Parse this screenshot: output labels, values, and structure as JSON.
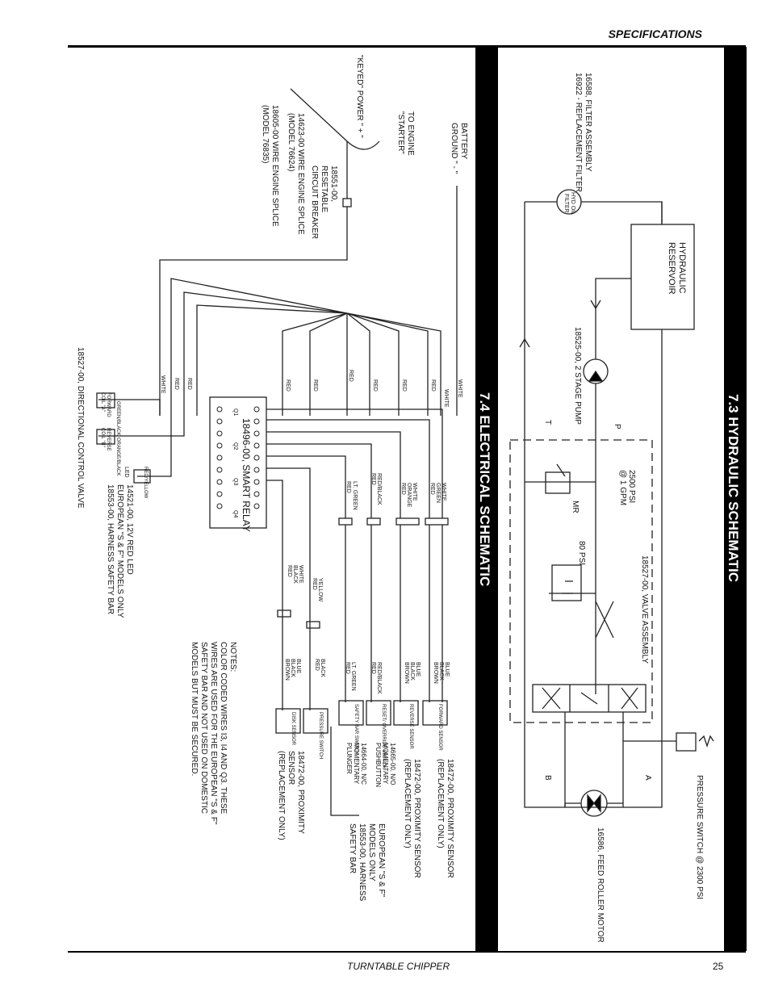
{
  "header": {
    "section": "SPECIFICATIONS"
  },
  "footer": {
    "title": "TURNTABLE CHIPPER",
    "page": "25"
  },
  "hydraulic": {
    "heading": "7.3   HYDRAULIC SCHEMATIC",
    "labels": {
      "filter_1": "16588, FILTER ASSEMBLY",
      "filter_2": "16922 - REPLACEMENT FILTER",
      "filter_symbol_1": "HYD OIL",
      "filter_symbol_2": "FILTER",
      "reservoir_1": "HYDRAULIC",
      "reservoir_2": "RESERVOIR",
      "pump": "18525-00, 2 STAGE PUMP",
      "port_t": "T",
      "port_p": "P",
      "relief_1": "2500 PSI",
      "relief_2": "@ 1 GPM",
      "mr": "MR",
      "check": "80 PSI",
      "valve_assembly": "18527-00, VALVE ASSEMBLY",
      "port_b": "B",
      "port_a": "A",
      "pressure_switch": "PRESSURE SWITCH @ 2300 PSI",
      "motor": "16586, FEED ROLLER MOTOR"
    }
  },
  "electrical": {
    "heading": "7.4   ELECTRICAL SCHEMATIC",
    "labels": {
      "battery_1": "BATTERY",
      "battery_2": "GROUND \" - \"",
      "engine_1": "TO ENGINE",
      "engine_2": "\"STARTER\"",
      "keyed": "\"KEYED\" POWER \" + \"",
      "breaker_1": "18551-00,",
      "breaker_2": "RESETABLE",
      "breaker_3": "CIRCUIT BREAKER",
      "splice_1a": "14623-00 WIRE ENGINE SPLICE",
      "splice_1b": "(MODEL 76624)",
      "splice_2a": "18605-00 WIRE ENGINE SPLICE",
      "splice_2b": "(MODEL 76835)",
      "relay": "18496-00, SMART RELAY",
      "dir_valve": "18527-00, DIRECTIONAL CONTROL VALVE",
      "led_1": "14521-00, 12V RED LED",
      "led_2": "EUROPEAN \"S & F\" MODELS ONLY",
      "led_3": "18553-00, HARNESS SAFETY BAR",
      "led_tag": "LED",
      "fwd_coil_1": "FORWARD",
      "fwd_coil_2": "COIL \"A\"",
      "rev_coil_1": "REVERSE",
      "rev_coil_2": "COIL \"B\"",
      "prox_1a": "18472-00, PROXIMITY SENSOR",
      "prox_1b": "(REPLACEMENT ONLY)",
      "prox_2a": "18472-00, PROXIMITY SENSOR",
      "prox_2b": "(REPLACEMENT ONLY)",
      "pushbutton_1": "14665-00, N/O",
      "pushbutton_2": "MOMENTARY",
      "pushbutton_3": "PUSHBUTTON",
      "plunger_1": "14664-00, N/C",
      "plunger_2": "MOMENTARY",
      "plunger_3": "PLUNGER",
      "euro_1": "EUROPEAN \"S & F\"",
      "euro_2": "MODELS ONLY",
      "euro_3": "18553-00, HARNESS",
      "euro_4": "SAFETY BAR",
      "prox_3a": "18472-00, PROXIMITY",
      "prox_3b": "SENSOR",
      "prox_3c": "(REPLACEMENT ONLY)",
      "notes_title": "NOTES:",
      "notes_1": "COLOR CODED WIRES I3, I4 AND Q3. THESE",
      "notes_2": "WIRES ARE USED FOR THE EUROPEAN \"S & F\"",
      "notes_3": "SAFETY BAR AND NOT USED ON DOMESTIC",
      "notes_4": "MODELS BUT MUST BE SECURED.",
      "sw_forward": "FORWARD SENSOR",
      "sw_reverse": "REVERSE SENSOR",
      "sw_reset": "RESET/ OVERRIDE SWITCH",
      "sw_safety": "SAFETY BAR SWITCH",
      "sw_pressure": "PRESSURE SWITCH",
      "sw_disk": "DISK SENSOR",
      "w_white": "WHITE",
      "w_red": "RED",
      "w_ltgreen": "LT. GREEN",
      "w_redblack": "RED/BLACK",
      "w_yellow": "YELLOW",
      "w_blue": "BLUE",
      "w_black": "BLACK",
      "w_brown": "BROWN",
      "w_green": "GREEN",
      "w_orange": "ORANGE",
      "w_redyellow": "RED/YELLOW",
      "w_greenblack": "GREEN/BLACK",
      "w_orangeblack": "ORANGE/BLACK",
      "q1": "Q1",
      "q2": "Q2",
      "q3": "Q3",
      "q4": "Q4"
    }
  }
}
